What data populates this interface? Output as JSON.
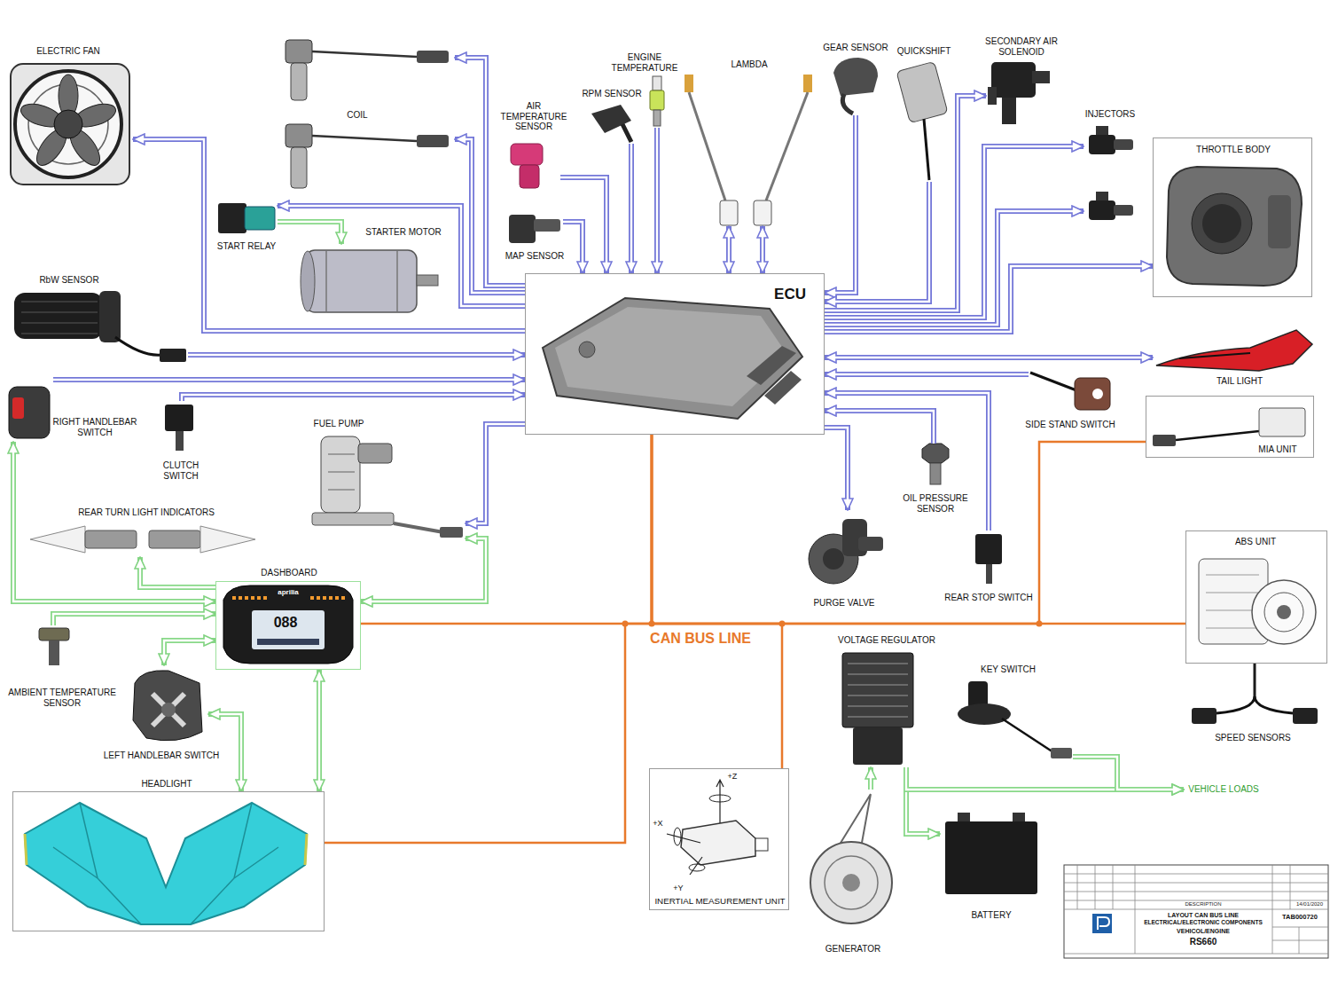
{
  "diagram": {
    "nodes": [
      {
        "text": [
          "ELECTRIC FAN"
        ]
      },
      {
        "text": [
          "COIL"
        ]
      },
      {
        "text": [
          "START RELAY"
        ]
      },
      {
        "text": [
          "STARTER MOTOR"
        ]
      },
      {
        "text": [
          "RbW SENSOR"
        ]
      },
      {
        "text": [
          "RIGHT HANDLEBAR SWITCH"
        ]
      },
      {
        "text": [
          "CLUTCH SWITCH"
        ]
      },
      {
        "text": [
          "FUEL PUMP"
        ]
      },
      {
        "text": [
          "REAR TURN LIGHT INDICATORS"
        ]
      },
      {
        "text": [
          "DASHBOARD"
        ]
      },
      {
        "text": [
          "AMBIENT TEMPERATURE SENSOR"
        ]
      },
      {
        "text": [
          "LEFT HANDLEBAR SWITCH"
        ]
      },
      {
        "text": [
          "HEADLIGHT"
        ]
      },
      {
        "text": [
          "ECU"
        ]
      },
      {
        "text": [
          "AIR TEMPERATURE SENSOR"
        ]
      },
      {
        "text": [
          "RPM SENSOR"
        ]
      },
      {
        "text": [
          "ENGINE TEMPERATURE"
        ]
      },
      {
        "text": [
          "MAP SENSOR"
        ]
      },
      {
        "text": [
          "LAMBDA"
        ]
      },
      {
        "text": [
          "GEAR SENSOR"
        ]
      },
      {
        "text": [
          "QUICKSHIFT"
        ]
      },
      {
        "text": [
          "SECONDARY AIR SOLENOID"
        ]
      },
      {
        "text": [
          "INJECTORS"
        ]
      },
      {
        "text": [
          "THROTTLE BODY"
        ]
      },
      {
        "text": [
          "TAIL LIGHT"
        ]
      },
      {
        "text": [
          "SIDE STAND SWITCH"
        ]
      },
      {
        "text": [
          "MIA UNIT"
        ]
      },
      {
        "text": [
          "OIL PRESSURE SENSOR"
        ]
      },
      {
        "text": [
          "PURGE VALVE"
        ]
      },
      {
        "text": [
          "REAR STOP SWITCH"
        ]
      },
      {
        "text": [
          "ABS UNIT"
        ]
      },
      {
        "text": [
          "SPEED SENSORS"
        ]
      },
      {
        "text": [
          "VOLTAGE REGULATOR"
        ]
      },
      {
        "text": [
          "KEY SWITCH"
        ]
      },
      {
        "text": [
          "VEHICLE LOADS"
        ]
      },
      {
        "text": [
          "INERTIAL MEASUREMENT UNIT"
        ]
      },
      {
        "text": [
          "GENERATOR"
        ]
      },
      {
        "text": [
          "BATTERY"
        ]
      }
    ],
    "edges": [
      {
        "from": 13,
        "to": 1,
        "arrow": "to"
      },
      {
        "from": 13,
        "to": 1,
        "arrow": "to"
      },
      {
        "from": 13,
        "to": 2,
        "arrow": "to"
      },
      {
        "from": 13,
        "to": 0,
        "arrow": "to"
      },
      {
        "from": 4,
        "to": 13,
        "arrow": "to"
      },
      {
        "from": 5,
        "to": 13,
        "arrow": "to"
      },
      {
        "from": 6,
        "to": 13,
        "arrow": "to"
      },
      {
        "from": 13,
        "to": 7,
        "arrow": "to"
      },
      {
        "from": 14,
        "to": 13,
        "arrow": "to"
      },
      {
        "from": 17,
        "to": 13,
        "arrow": "to"
      },
      {
        "from": 15,
        "to": 13,
        "arrow": "to"
      },
      {
        "from": 16,
        "to": 13,
        "arrow": "to"
      },
      {
        "from": 18,
        "to": 13,
        "arrow": "both"
      },
      {
        "from": 18,
        "to": 13,
        "arrow": "both"
      },
      {
        "from": 19,
        "to": 13,
        "arrow": "to"
      },
      {
        "from": 20,
        "to": 13,
        "arrow": "to"
      },
      {
        "from": 13,
        "to": 21,
        "arrow": "to"
      },
      {
        "from": 13,
        "to": 22,
        "arrow": "to"
      },
      {
        "from": 13,
        "to": 22,
        "arrow": "to"
      },
      {
        "from": 13,
        "to": 23,
        "arrow": "to"
      },
      {
        "from": 13,
        "to": 24,
        "arrow": "both"
      },
      {
        "from": 25,
        "to": 13,
        "arrow": "to"
      },
      {
        "from": 29,
        "to": 13,
        "arrow": "to"
      },
      {
        "from": 27,
        "to": 13,
        "arrow": "to"
      },
      {
        "from": 13,
        "to": 28,
        "arrow": "to"
      },
      {
        "from": 9,
        "to": 5,
        "arrow": "both"
      },
      {
        "from": 9,
        "to": 8,
        "arrow": "to"
      },
      {
        "from": 10,
        "to": 9,
        "arrow": "to"
      },
      {
        "from": 9,
        "to": 11,
        "arrow": "both"
      },
      {
        "from": 11,
        "to": 12,
        "arrow": "both"
      },
      {
        "from": 9,
        "to": 12,
        "arrow": "both"
      },
      {
        "from": 9,
        "to": 7,
        "arrow": "both"
      },
      {
        "from": 2,
        "to": 3,
        "arrow": "to"
      },
      {
        "from": 36,
        "to": 32,
        "arrow": "to"
      },
      {
        "from": 32,
        "to": 37,
        "arrow": "to"
      },
      {
        "from": 32,
        "to": 34,
        "arrow": "to"
      },
      {
        "from": 33,
        "to": 34,
        "arrow": "to"
      },
      {
        "from": 9,
        "to": 13,
        "arrow": "none"
      },
      {
        "from": 12,
        "to": 13,
        "arrow": "none"
      },
      {
        "from": 35,
        "to": 13,
        "arrow": "none"
      },
      {
        "from": 26,
        "to": 13,
        "arrow": "none"
      },
      {
        "from": 30,
        "to": 13,
        "arrow": "none"
      },
      {
        "from": 30,
        "to": 31,
        "arrow": "none"
      }
    ],
    "labels": [
      "CAN BUS LINE",
      "+Z",
      "+X",
      "+Y",
      "aprilia",
      "088",
      "DESCRIPTION",
      "14/01/2020",
      "TAB000720",
      "LAYOUT CAN BUS LINE",
      "ELECTRICAL/ELECTRONIC COMPONENTS",
      "VEHICOL/ENGINE",
      "RS660"
    ]
  }
}
